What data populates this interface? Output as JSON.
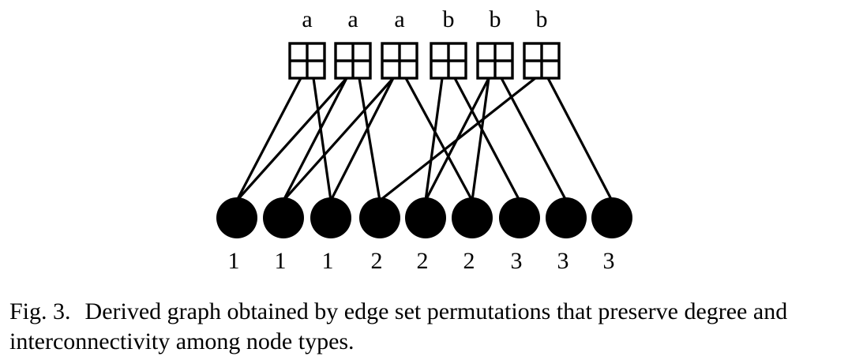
{
  "figure": {
    "top_nodes": [
      "a",
      "a",
      "a",
      "b",
      "b",
      "b"
    ],
    "bottom_nodes": [
      "1",
      "1",
      "1",
      "2",
      "2",
      "2",
      "3",
      "3",
      "3"
    ],
    "edges": [
      [
        0,
        0
      ],
      [
        0,
        2
      ],
      [
        1,
        1
      ],
      [
        1,
        3
      ],
      [
        2,
        1
      ],
      [
        2,
        2
      ],
      [
        3,
        4
      ],
      [
        3,
        6
      ],
      [
        4,
        4
      ],
      [
        4,
        5
      ],
      [
        2,
        5
      ],
      [
        4,
        7
      ],
      [
        5,
        3
      ],
      [
        5,
        8
      ],
      [
        1,
        0
      ]
    ]
  },
  "caption": {
    "label": "Fig. 3.",
    "text": "Derived graph obtained by edge set permutations that preserve degree and interconnectivity among node types."
  }
}
